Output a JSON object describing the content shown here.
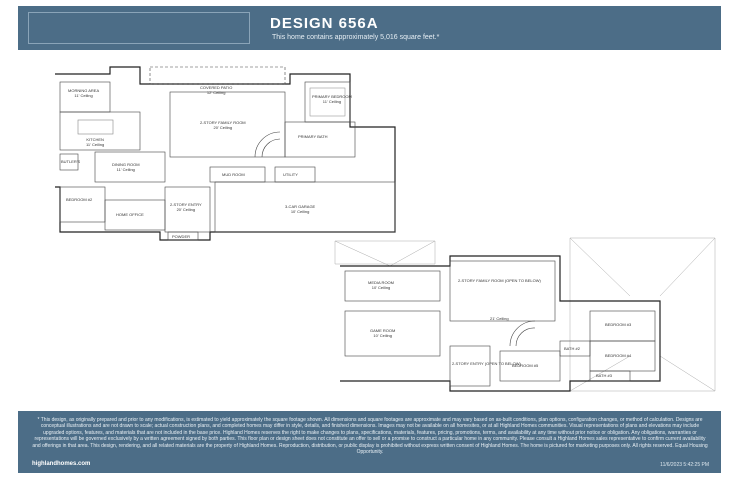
{
  "header": {
    "title": "DESIGN 656A",
    "subtitle": "This home contains approximately 5,016 square feet.*"
  },
  "first_floor": {
    "rooms": [
      {
        "id": "covered-patio",
        "name": "COVERED PATIO",
        "detail": "12' Ceiling"
      },
      {
        "id": "morning-area",
        "name": "MORNING AREA",
        "detail": "11' Ceiling"
      },
      {
        "id": "primary-bedroom",
        "name": "PRIMARY BEDROOM",
        "detail": "11' Ceiling"
      },
      {
        "id": "family-room",
        "name": "2-STORY FAMILY ROOM",
        "detail": "20' Ceiling"
      },
      {
        "id": "kitchen",
        "name": "KITCHEN",
        "detail": "11' Ceiling"
      },
      {
        "id": "primary-bath",
        "name": "PRIMARY BATH",
        "detail": ""
      },
      {
        "id": "dining-room",
        "name": "DINING ROOM",
        "detail": "11' Ceiling"
      },
      {
        "id": "butlers",
        "name": "BUTLER'S",
        "detail": ""
      },
      {
        "id": "mud-room",
        "name": "MUD ROOM",
        "detail": ""
      },
      {
        "id": "utility",
        "name": "UTILITY",
        "detail": ""
      },
      {
        "id": "bedroom-2",
        "name": "BEDROOM #2",
        "detail": ""
      },
      {
        "id": "entry",
        "name": "2-STORY ENTRY",
        "detail": "20' Ceiling"
      },
      {
        "id": "garage",
        "name": "3-CAR GARAGE",
        "detail": "10' Ceiling"
      },
      {
        "id": "home-office",
        "name": "HOME OFFICE",
        "detail": ""
      },
      {
        "id": "powder",
        "name": "POWDER",
        "detail": ""
      }
    ]
  },
  "second_floor": {
    "rooms": [
      {
        "id": "media-room",
        "name": "MEDIA ROOM",
        "detail": "10' Ceiling"
      },
      {
        "id": "family-below",
        "name": "2-STORY FAMILY ROOM (OPEN TO BELOW)",
        "detail": ""
      },
      {
        "id": "game-room",
        "name": "GAME ROOM",
        "detail": "10' Ceiling"
      },
      {
        "id": "ceiling-21",
        "name": "21' Ceiling",
        "detail": ""
      },
      {
        "id": "bedroom-3",
        "name": "BEDROOM #3",
        "detail": ""
      },
      {
        "id": "bath-2",
        "name": "BATH #2",
        "detail": ""
      },
      {
        "id": "bedroom-4",
        "name": "BEDROOM #4",
        "detail": ""
      },
      {
        "id": "entry-below",
        "name": "2-STORY ENTRY (OPEN TO BELOW)",
        "detail": ""
      },
      {
        "id": "bedroom-5",
        "name": "BEDROOM #5",
        "detail": ""
      },
      {
        "id": "bath-3",
        "name": "BATH #3",
        "detail": ""
      }
    ]
  },
  "footer": {
    "disclaimer": "* This design, as originally prepared and prior to any modifications, is estimated to yield approximately the square footage shown. All dimensions and square footages are approximate and may vary based on as-built conditions, plan options, configuration changes, or method of calculation. Designs are conceptual illustrations and are not drawn to scale; actual construction plans, and completed homes may differ in style, details, and finished dimensions. Images may not be available on all homesites, or at all Highland Homes communities. Visual representations of plans and elevations may include upgraded options, features, and materials that are not included in the base price. Highland Homes reserves the right to make changes to plans, specifications, materials, features, pricing, promotions, terms, and availability at any time without prior notice or obligation. Any obligations, warranties or representations will be governed exclusively by a written agreement signed by both parties. This floor plan or design sheet does not constitute an offer to sell or a promise to construct a particular home in any community. Please consult a Highland Homes sales representative to confirm current availability and offerings in that area. This design, rendering, and all related materials are the property of Highland Homes. Reproduction, distribution, or public display is prohibited without express written consent of Highland Homes. The home is pictured for marketing purposes only. All rights reserved. Equal Housing Opportunity.",
    "website": "highlandhomes.com",
    "timestamp": "11/6/2023 5:42:25 PM"
  }
}
